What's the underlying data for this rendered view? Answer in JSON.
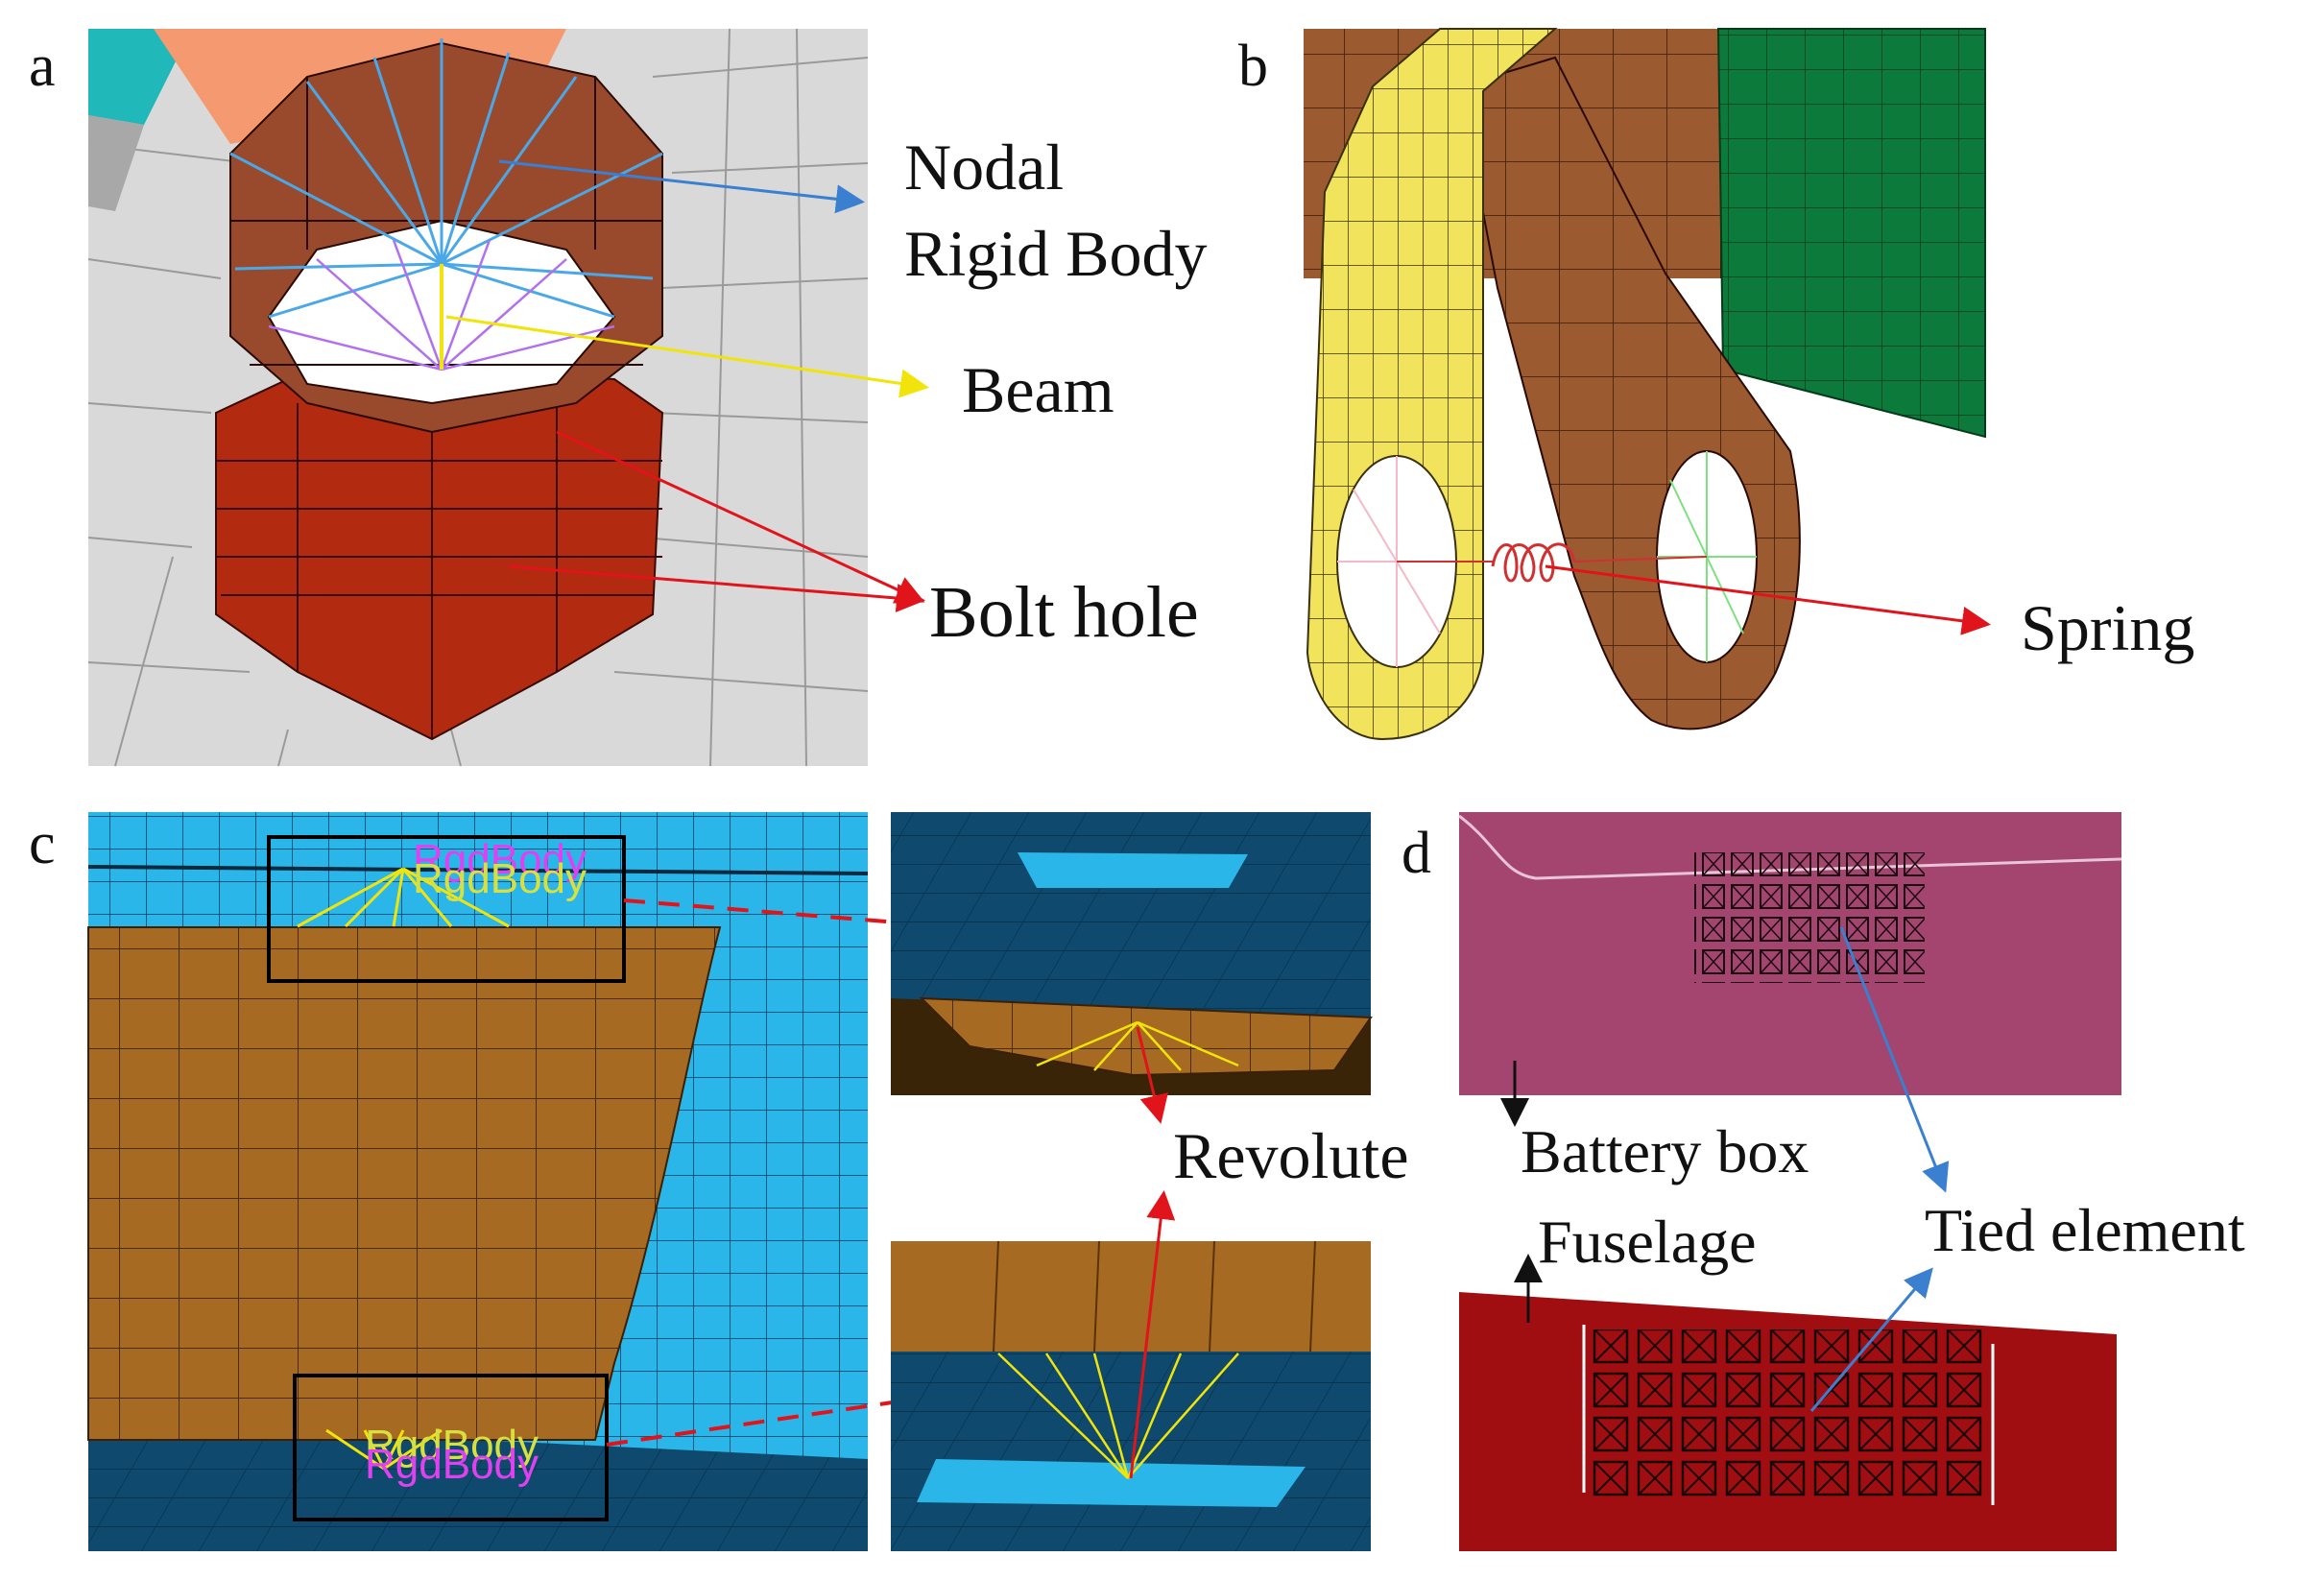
{
  "figure": {
    "panels": [
      {
        "letter": "a",
        "labels": {
          "nodal_line1": "Nodal",
          "nodal_line2": "Rigid Body",
          "beam": "Beam",
          "bolt_hole": "Bolt hole"
        }
      },
      {
        "letter": "b",
        "labels": {
          "spring": "Spring"
        }
      },
      {
        "letter": "c",
        "labels": {
          "revolute": "Revolute",
          "rigid_body_tag": "RgdBody"
        }
      },
      {
        "letter": "d",
        "labels": {
          "battery_box": "Battery box",
          "fuselage": "Fuselage",
          "tied_element": "Tied element"
        }
      }
    ]
  },
  "colors": {
    "mesh_gray": "#d9d9d9",
    "bolt_red": "#b22a10",
    "bolt_brown": "#9a4a2c",
    "yellow_lug": "#f2e35c",
    "brown_lug": "#9b5a30",
    "green_plate": "#0c7a3a",
    "cyan_mesh": "#2bb6ea",
    "dark_blue_mesh": "#0f4a6e",
    "orange_wall": "#a66a22",
    "magenta_box": "#a3456e",
    "red_fuselage": "#a10e12",
    "arrow_blue": "#3a7fd0",
    "arrow_red": "#e0141a",
    "arrow_yellow": "#f1e40a",
    "rbe_magenta": "#e040f0"
  }
}
